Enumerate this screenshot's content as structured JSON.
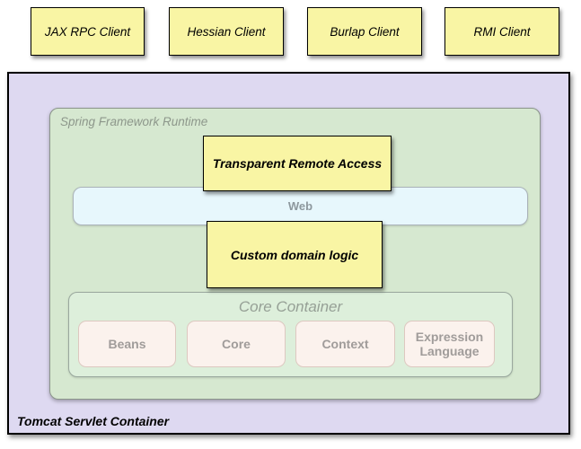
{
  "clients": [
    {
      "label": "JAX RPC Client"
    },
    {
      "label": "Hessian Client"
    },
    {
      "label": "Burlap Client"
    },
    {
      "label": "RMI Client"
    }
  ],
  "tomcat": {
    "label": "Tomcat Servlet Container"
  },
  "runtime": {
    "label": "Spring Framework Runtime"
  },
  "transparent_remote_access": {
    "label": "Transparent Remote Access"
  },
  "web": {
    "label": "Web"
  },
  "custom_domain_logic": {
    "label": "Custom domain logic"
  },
  "core_container": {
    "label": "Core Container",
    "modules": [
      {
        "label": "Beans"
      },
      {
        "label": "Core"
      },
      {
        "label": "Context"
      },
      {
        "label": "Expression Language"
      }
    ]
  },
  "colors": {
    "client_yellow": "#f9f5a4",
    "purple": "#ded9f1",
    "runtime_green": "#d6e8d0",
    "core_green": "#ddefdb",
    "web_blue": "#e7f7fc",
    "module_cream": "#fbf2ed",
    "gray_label": "#96a096",
    "box_border": "#000000"
  }
}
